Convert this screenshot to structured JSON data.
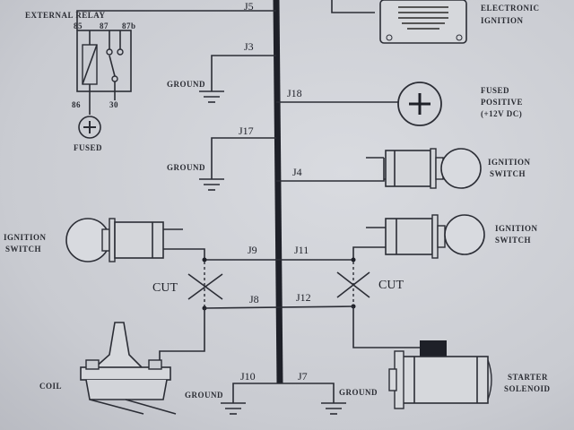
{
  "labels": {
    "external_relay": "EXTERNAL RELAY",
    "relay_pin_85": "85",
    "relay_pin_87": "87",
    "relay_pin_87b": "87b",
    "relay_pin_86": "86",
    "relay_pin_30": "30",
    "fused_left": "FUSED",
    "electronic_ignition_1": "ELECTRONIC",
    "electronic_ignition_2": "IGNITION",
    "fused_positive_1": "FUSED",
    "fused_positive_2": "POSITIVE",
    "fused_positive_3": "(+12V DC)",
    "ignition_switch_right_1": "IGNITION",
    "ignition_switch_right_2": "SWITCH",
    "ignition_switch_right2_1": "IGNITION",
    "ignition_switch_right2_2": "SWITCH",
    "ignition_switch_left_1": "IGNITION",
    "ignition_switch_left_2": "SWITCH",
    "coil": "COIL",
    "starter_solenoid_1": "STARTER",
    "starter_solenoid_2": "SOLENOID",
    "ground_1": "GROUND",
    "ground_2": "GROUND",
    "ground_3": "GROUND",
    "ground_4": "GROUND",
    "cut_left": "CUT",
    "cut_right": "CUT"
  },
  "junctions": {
    "J5": "J5",
    "J3": "J3",
    "J18": "J18",
    "J17": "J17",
    "J4": "J4",
    "J9": "J9",
    "J11": "J11",
    "J8": "J8",
    "J12": "J12",
    "J10": "J10",
    "J7": "J7"
  },
  "colors": {
    "ink": "#1e2028",
    "paper": "#cfd1d6"
  },
  "icons": [
    "relay-icon",
    "fuse-plus-icon",
    "ground-icon",
    "ignition-switch-icon",
    "coil-icon",
    "starter-solenoid-icon",
    "cut-x-icon",
    "electronic-ignition-icon"
  ]
}
